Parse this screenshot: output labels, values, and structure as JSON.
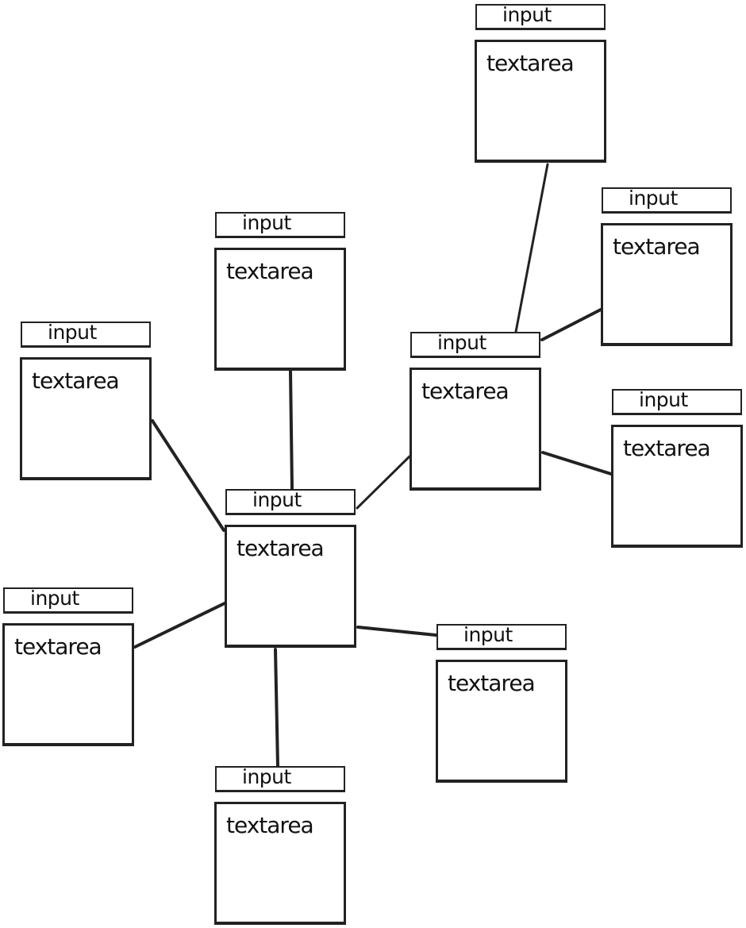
{
  "nodes": [
    {
      "input": "input",
      "textarea": "textarea"
    },
    {
      "input": "input",
      "textarea": "textarea"
    },
    {
      "input": "input",
      "textarea": "textarea"
    },
    {
      "input": "input",
      "textarea": "textarea"
    },
    {
      "input": "input",
      "textarea": "textarea"
    },
    {
      "input": "input",
      "textarea": "textarea"
    },
    {
      "input": "input",
      "textarea": "textarea"
    },
    {
      "input": "input",
      "textarea": "textarea"
    },
    {
      "input": "input",
      "textarea": "textarea"
    },
    {
      "input": "input",
      "textarea": "textarea"
    }
  ]
}
